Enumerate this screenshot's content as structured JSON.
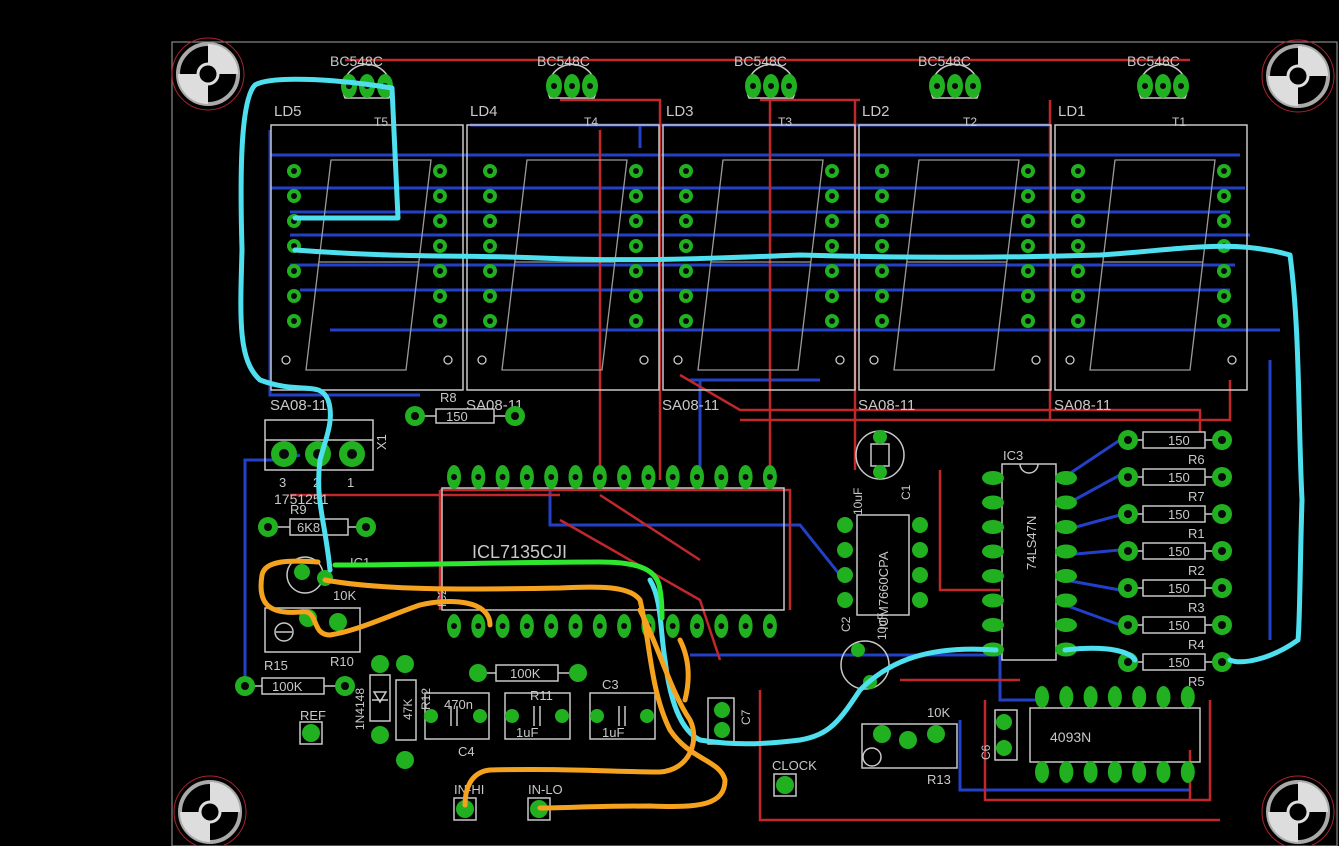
{
  "displays": [
    {
      "ref": "LD5",
      "part": "SA08-11",
      "transistor": "BC548C",
      "tref": "T5"
    },
    {
      "ref": "LD4",
      "part": "SA08-11",
      "transistor": "BC548C",
      "tref": "T4"
    },
    {
      "ref": "LD3",
      "part": "SA08-11",
      "transistor": "BC548C",
      "tref": "T3"
    },
    {
      "ref": "LD2",
      "part": "SA08-11",
      "transistor": "BC548C",
      "tref": "T2"
    },
    {
      "ref": "LD1",
      "part": "SA08-11",
      "transistor": "BC548C",
      "tref": "T1"
    }
  ],
  "components": {
    "adc": "ICL7135CJI",
    "ic3_ref": "IC3",
    "ic3_part": "74LS47N",
    "timer": "ICM7660CPA",
    "nand": "4093N",
    "connector_ref": "X1",
    "connector_part": "1751251",
    "connector_pins": [
      "3",
      "2",
      "1"
    ],
    "r8_ref": "R8",
    "r8_val": "150",
    "r9_ref": "R9",
    "r9_val": "6K8",
    "r15_ref": "R15",
    "r15_val": "100K",
    "r10_ref": "R10",
    "r10_val": "10K",
    "r11_ref": "R11",
    "r11_val": "100K",
    "r12_ref": "R12",
    "r12_val": "47K",
    "r13_ref": "R13",
    "r13_val": "10K",
    "c1_ref": "C1",
    "c1_val": "10uF",
    "c2_ref": "C2",
    "c2_val": "10uF",
    "c3_ref": "C3",
    "c3_val": "1uF",
    "c4_ref": "C4",
    "c4_val": "470n",
    "c5_val": "1uF",
    "c6_ref": "C6",
    "c7_ref": "C7",
    "diode": "1N4148",
    "ic1_ref": "IC1",
    "ic2_ref": "IC2",
    "stray_r": "R1"
  },
  "resistor_bank": [
    {
      "ref": "R6",
      "val": "150"
    },
    {
      "ref": "R7",
      "val": "150"
    },
    {
      "ref": "R1",
      "val": "150"
    },
    {
      "ref": "R2",
      "val": "150"
    },
    {
      "ref": "R3",
      "val": "150"
    },
    {
      "ref": "R4",
      "val": "150"
    },
    {
      "ref": "R5",
      "val": "150"
    }
  ],
  "test_points": [
    "REF",
    "IN-HI",
    "IN-LO",
    "CLOCK"
  ],
  "colors": {
    "background": "#000000",
    "top_copper": "#c0282c",
    "bottom_copper": "#2340c8",
    "pad": "#20b020",
    "silkscreen": "#c8c8c8",
    "annotation_cyan": "#4fe0f0",
    "annotation_orange": "#f5a21e",
    "annotation_green": "#2fe62f"
  }
}
